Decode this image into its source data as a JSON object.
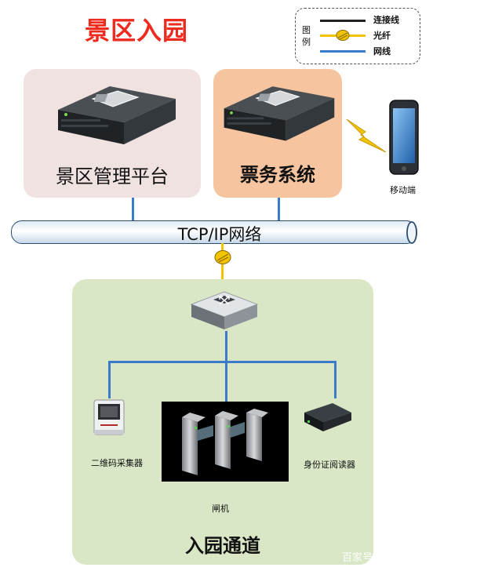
{
  "title": "景区入园",
  "legend": {
    "header": "图例",
    "items": [
      {
        "label": "连接线",
        "color": "#222222"
      },
      {
        "label": "光纤",
        "color": "#f2c400"
      },
      {
        "label": "网线",
        "color": "#3a7cc9"
      }
    ]
  },
  "nodes": {
    "management": "景区管理平台",
    "ticketing": "票务系统",
    "mobile": "移动端",
    "network": "TCP/IP网络",
    "qr_scanner": "二维码采集器",
    "gate": "闸机",
    "id_reader": "身份证阅读器",
    "entry": "入园通道"
  },
  "colors": {
    "title": "#ee2b1f",
    "management_box": "#f1e2e2",
    "ticketing_box": "#f6c49f",
    "entry_box": "#d9e7c6",
    "network_line": "#3a7cc9",
    "fiber": "#f2c400"
  },
  "icons": {
    "server": "server-icon",
    "phone": "smartphone-icon",
    "signal": "lightning-icon",
    "switch": "network-switch-icon",
    "scanner": "barcode-scanner-icon",
    "gate": "turnstile-gate-icon",
    "reader": "card-reader-icon",
    "fiber": "fiber-connector-icon"
  },
  "watermark": "百家号"
}
